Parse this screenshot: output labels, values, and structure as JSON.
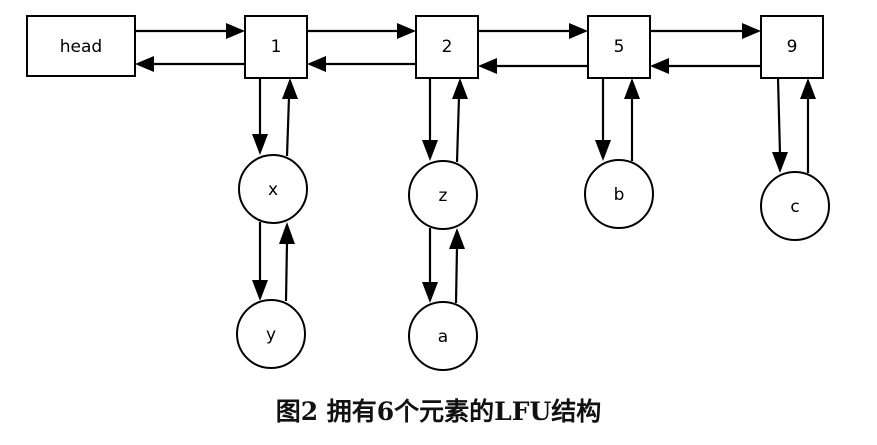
{
  "caption": "图2  拥有6个元素的LFU结构",
  "nodes": {
    "head": "head",
    "f1": "1",
    "f2": "2",
    "f5": "5",
    "f9": "9",
    "x": "x",
    "y": "y",
    "z": "z",
    "a": "a",
    "b": "b",
    "c": "c"
  }
}
